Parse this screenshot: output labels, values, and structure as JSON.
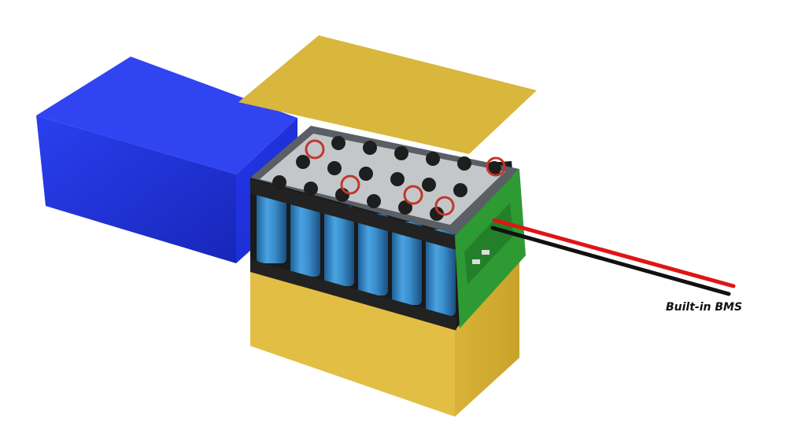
{
  "image": {
    "subject": "battery-pack",
    "components": [
      "blue-cover",
      "yellow-top-sheet",
      "yellow-bottom-holder",
      "battery-cells",
      "nickel-strips",
      "bms-board",
      "red-wire",
      "black-wire"
    ]
  },
  "annotation": {
    "label": "Built-in BMS"
  },
  "colors": {
    "background": "#ffffff",
    "cover_blue": "#1f33e0",
    "insulation_yellow": "#dcb83a",
    "cell_blue": "#2f86c9",
    "bms_green": "#2e9a34",
    "nickel": "#bfc2c5",
    "wire_red": "#e01414",
    "wire_black": "#111111"
  }
}
